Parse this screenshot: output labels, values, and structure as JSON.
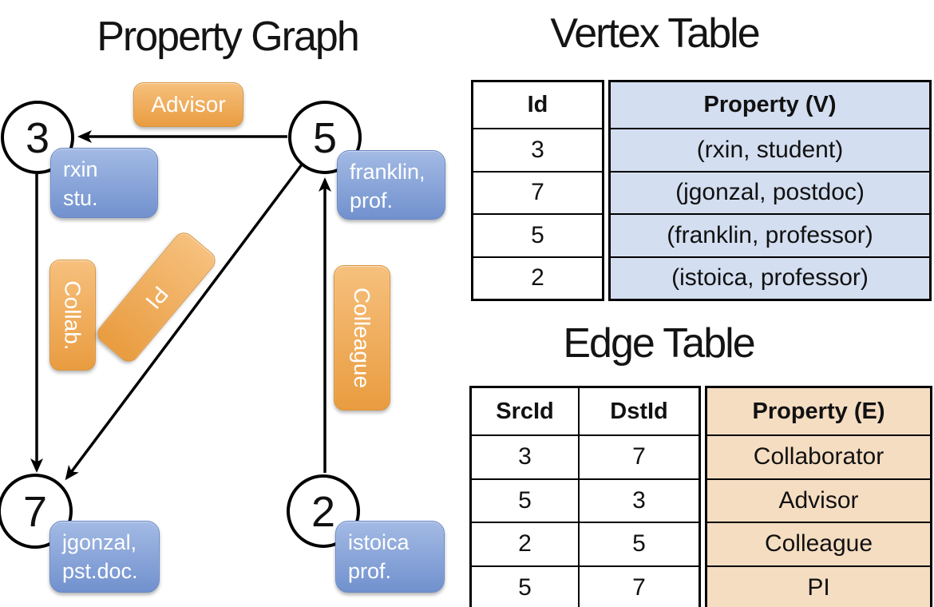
{
  "graph": {
    "title": "Property Graph",
    "nodes": [
      {
        "id": "3"
      },
      {
        "id": "5"
      },
      {
        "id": "7"
      },
      {
        "id": "2"
      }
    ],
    "edge_labels": [
      {
        "label": "Advisor"
      },
      {
        "label": "Collab."
      },
      {
        "label": "PI"
      },
      {
        "label": "Colleague"
      }
    ],
    "vertex_boxes": [
      {
        "line1": "rxin",
        "line2": "stu."
      },
      {
        "line1": "franklin,",
        "line2": "prof."
      },
      {
        "line1": "jgonzal,",
        "line2": "pst.doc."
      },
      {
        "line1": "istoica",
        "line2": "prof."
      }
    ]
  },
  "vertex_table": {
    "title": "Vertex Table",
    "columns": {
      "id": "Id",
      "property": "Property (V)"
    },
    "rows": [
      {
        "id": "3",
        "property": "(rxin, student)"
      },
      {
        "id": "7",
        "property": "(jgonzal, postdoc)"
      },
      {
        "id": "5",
        "property": "(franklin, professor)"
      },
      {
        "id": "2",
        "property": "(istoica, professor)"
      }
    ]
  },
  "edge_table": {
    "title": "Edge Table",
    "columns": {
      "src": "SrcId",
      "dst": "DstId",
      "property": "Property (E)"
    },
    "rows": [
      {
        "src": "3",
        "dst": "7",
        "property": "Collaborator"
      },
      {
        "src": "5",
        "dst": "3",
        "property": "Advisor"
      },
      {
        "src": "2",
        "dst": "5",
        "property": "Colleague"
      },
      {
        "src": "5",
        "dst": "7",
        "property": "PI"
      }
    ]
  },
  "colors": {
    "orange_top": "#F6C07D",
    "orange_bottom": "#E99C40",
    "orange_border": "#D8953F",
    "blue_top": "#A3BAE4",
    "blue_bottom": "#7191CE",
    "blue_border": "#6888C5",
    "vertex_cell_fill": "#D3DEF0",
    "edge_cell_fill": "#F5DDC2"
  }
}
